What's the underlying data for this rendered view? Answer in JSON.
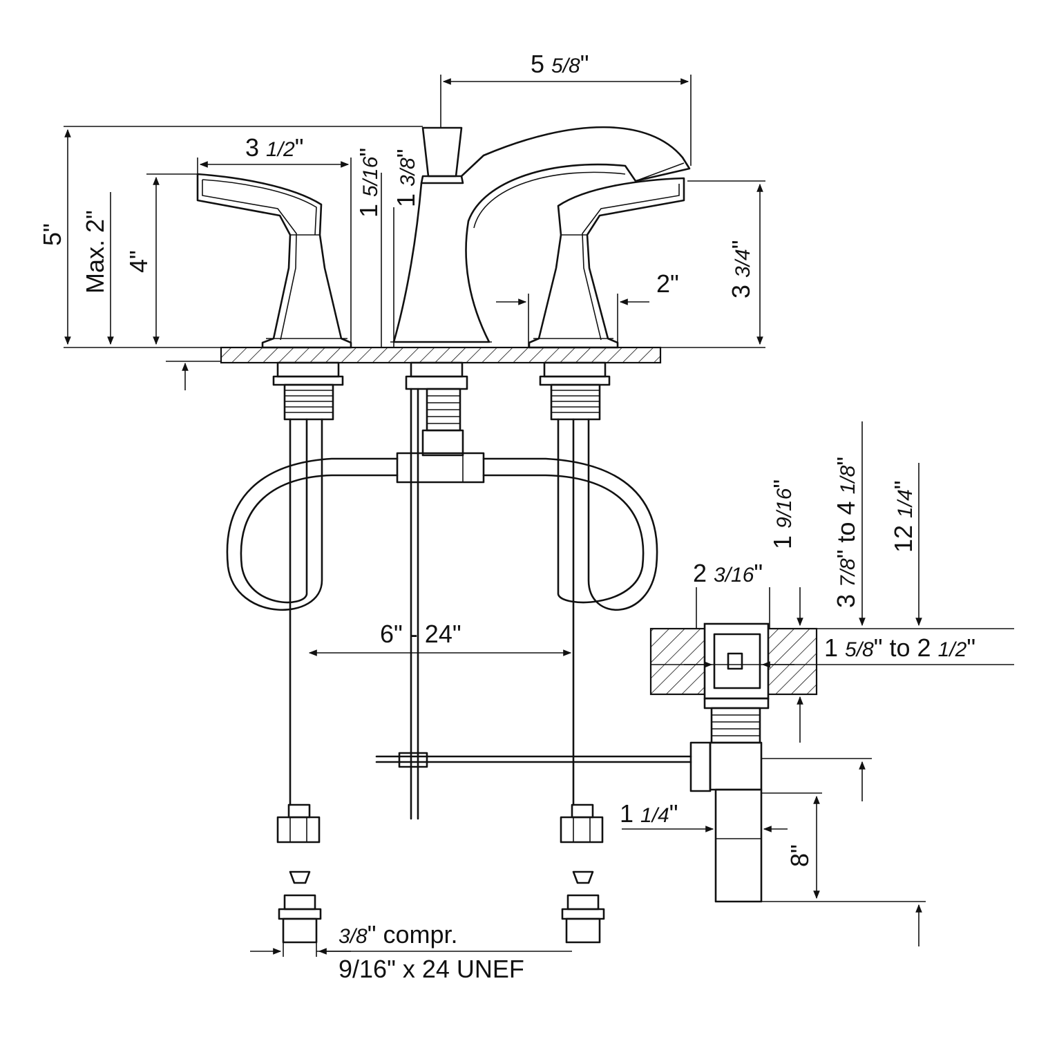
{
  "dimensions": {
    "spout_reach": [
      "5 ",
      "5/8",
      "\""
    ],
    "overall_height": "5\"",
    "max_deck": "Max. 2\"",
    "handle_height": "4\"",
    "handle_reach": [
      "3 ",
      "1/2",
      "\""
    ],
    "spout_neck_a": [
      "1 ",
      "5/16",
      "\""
    ],
    "spout_neck_b": [
      "1 ",
      "3/8",
      "\""
    ],
    "spout_height": [
      "3 ",
      "3/4",
      "\""
    ],
    "handle_base": "2\"",
    "spread": "6\" - 24\"",
    "drain_body_width": [
      "2 ",
      "3/16",
      "\""
    ],
    "drain_a": [
      "1 ",
      "9/16",
      "\""
    ],
    "drain_b": [
      "3 ",
      "7/8",
      "\" to 4 ",
      "1/8",
      "\""
    ],
    "drain_c": [
      "12 ",
      "1/4",
      "\""
    ],
    "sink_thickness": [
      "1 ",
      "5/8",
      "\" to 2 ",
      "1/2",
      "\""
    ],
    "tailpiece_dia": [
      "1 ",
      "1/4",
      "\""
    ],
    "tailpiece_len": "8\"",
    "supply_conn": [
      "3/8",
      "\" compr."
    ],
    "supply_thread": "9/16\" x 24 UNEF"
  }
}
